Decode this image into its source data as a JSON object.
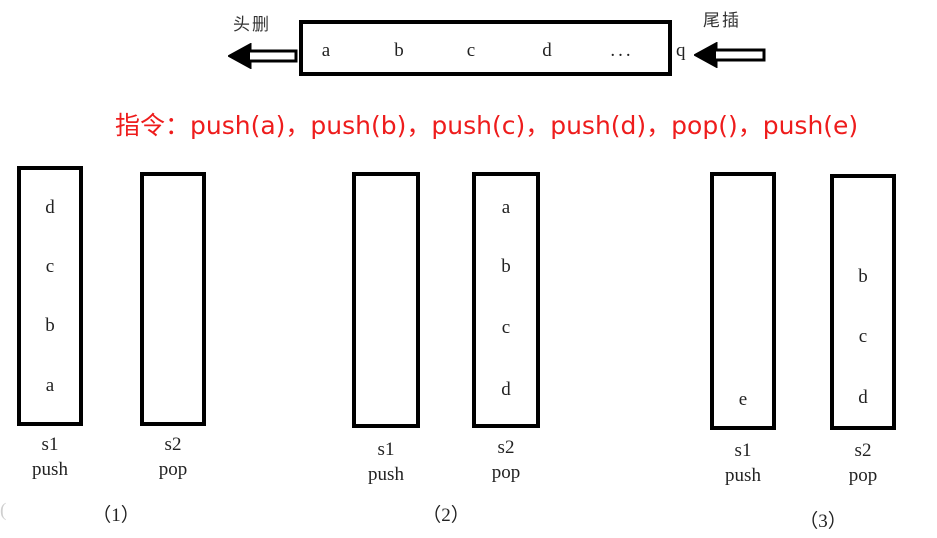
{
  "queue": {
    "head_label": "头删",
    "tail_label": "尾插",
    "tail_pointer": "q",
    "cells": [
      "a",
      "b",
      "c",
      "d",
      "..."
    ],
    "head_arrow_icon": "arrow-left-icon",
    "tail_arrow_icon": "arrow-left-icon"
  },
  "instruction": {
    "text": "指令：push(a)，push(b)，push(c)，push(d)，pop()，push(e)",
    "color": "#ee1c1c"
  },
  "stray_marker": "(",
  "groups": [
    {
      "caption": "（1）",
      "stacks": [
        {
          "name": "s1",
          "operation": "push",
          "items": [
            "d",
            "c",
            "b",
            "a"
          ],
          "item_tops": [
            193,
            252,
            311,
            371
          ]
        },
        {
          "name": "s2",
          "operation": "pop",
          "items": [],
          "item_tops": []
        }
      ]
    },
    {
      "caption": "（2）",
      "stacks": [
        {
          "name": "s1",
          "operation": "push",
          "items": [],
          "item_tops": []
        },
        {
          "name": "s2",
          "operation": "pop",
          "items": [
            "a",
            "b",
            "c",
            "d"
          ],
          "item_tops": [
            193,
            252,
            313,
            375
          ]
        }
      ]
    },
    {
      "caption": "（3）",
      "stacks": [
        {
          "name": "s1",
          "operation": "push",
          "items": [
            "e"
          ],
          "item_tops": [
            385
          ]
        },
        {
          "name": "s2",
          "operation": "pop",
          "items": [
            "b",
            "c",
            "d"
          ],
          "item_tops": [
            262,
            322,
            383
          ]
        }
      ]
    }
  ]
}
